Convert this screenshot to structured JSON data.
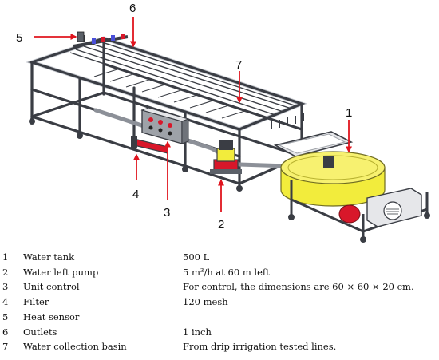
{
  "callouts": [
    {
      "id": "1"
    },
    {
      "id": "2"
    },
    {
      "id": "3"
    },
    {
      "id": "4"
    },
    {
      "id": "5"
    },
    {
      "id": "6"
    },
    {
      "id": "7"
    }
  ],
  "legend": [
    {
      "num": "1",
      "part": "Water tank",
      "spec": "500 L"
    },
    {
      "num": "2",
      "part": "Water left pump",
      "spec": "5 m³/h at 60 m left"
    },
    {
      "num": "3",
      "part": "Unit control",
      "spec": "For control, the dimensions are 60 × 60 × 20 cm."
    },
    {
      "num": "4",
      "part": "Filter",
      "spec": "120 mesh"
    },
    {
      "num": "5",
      "part": "Heat sensor",
      "spec": ""
    },
    {
      "num": "6",
      "part": "Outlets",
      "spec": "1 inch"
    },
    {
      "num": "7",
      "part": "Water collection basin",
      "spec": "From drip irrigation tested lines."
    }
  ],
  "colors": {
    "frame": "#3a3d44",
    "frame_light": "#c9ccd2",
    "callout_arrow": "#e0141e",
    "tank": "#f2ec3c",
    "pump_tank": "#d8172a",
    "panel": "#9ea2a8",
    "panel_light": "#e6e7ea"
  }
}
